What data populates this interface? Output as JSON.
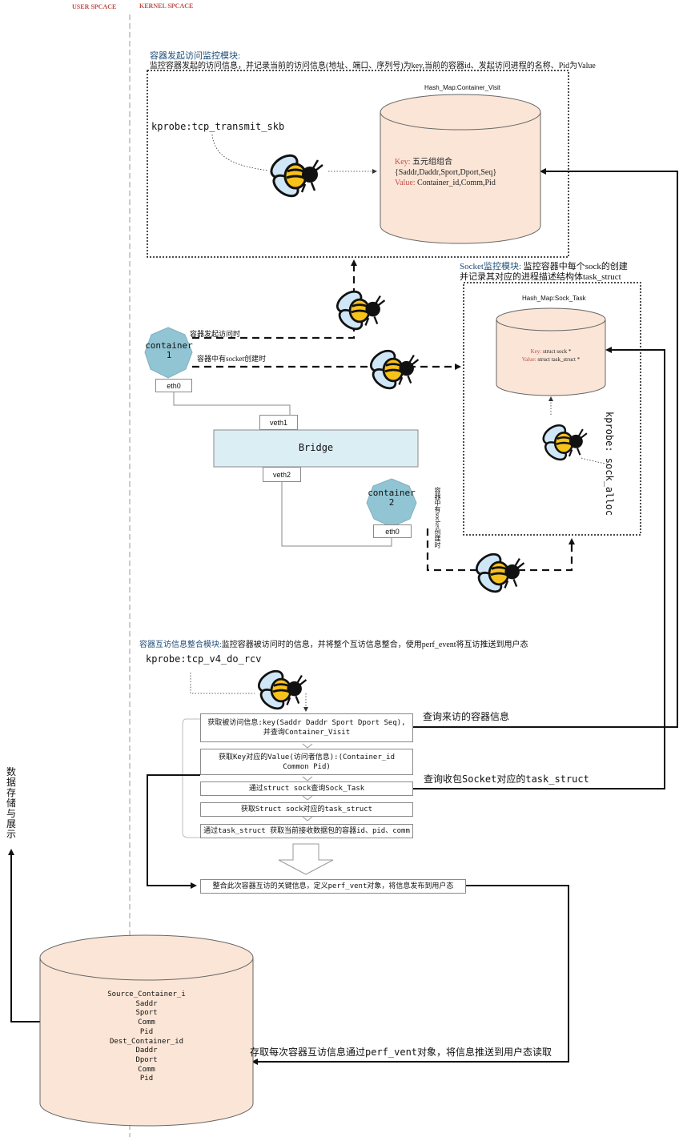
{
  "spaces": {
    "user": "USER SPCACE",
    "kernel": "KERNEL SPCACE"
  },
  "module1": {
    "title": "容器发起访问监控模块:",
    "desc": "监控容器发起的访问信息，并记录当前的访问信息(地址、端口、序列号)为key,当前的容器id、发起访问进程的名称、Pid为Value",
    "probe": "kprobe:tcp_transmit_skb",
    "map_title": "Hash_Map:Container_Visit",
    "key_label": "Key:",
    "key_value": "五元组组合",
    "key_fields": "{Saddr,Daddr,Sport,Dport,Seq}",
    "value_label": "Value:",
    "value_fields": "Container_id,Comm,Pid"
  },
  "module2": {
    "title": "Socket监控模块:",
    "desc1": "监控容器中每个sock的创建",
    "desc2": "并记录其对应的进程描述结构体task_struct",
    "map_title": "Hash_Map:Sock_Task",
    "key_label": "Key:",
    "key_value": "struct sock *",
    "value_label": "Value:",
    "value_value": "struct task_struct *",
    "probe": "kprobe: sock_alloc"
  },
  "network": {
    "container1": "container\n1",
    "container2": "container\n2",
    "eth0_1": "eth0",
    "eth0_2": "eth0",
    "veth1": "veth1",
    "veth2": "veth2",
    "bridge": "Bridge",
    "arrow1_label": "容器发起访问时",
    "arrow2_label": "容器中有socket创建时",
    "arrow3_label": "容器中有socket创建时"
  },
  "module3": {
    "title": "容器互访信息整合模块:",
    "desc": "监控容器被访问时的信息，并将整个互访信息整合，使用perf_event将互访推送到用户态",
    "probe": "kprobe:tcp_v4_do_rcv",
    "steps": [
      "获取被访问信息:key(Saddr Daddr Sport Dport Seq),并查询Container_Visit",
      "获取Key对应的Value(访问者信息):(Container_id Common Pid)",
      "通过struct sock查询Sock_Task",
      "获取Struct sock对应的task_struct",
      "通过task_struct 获取当前接收数据包的容器id、pid、comm"
    ],
    "note1": "查询来访的容器信息",
    "note2": "查询收包Socket对应的task_struct",
    "final_step": "整合此次容器互访的关键信息，定义perf_vent对象，将信息发布到用户态"
  },
  "user_db": {
    "fields": [
      "Source_Container_i",
      "Saddr",
      "Sport",
      "Comm",
      "Pid",
      "Dest_Container_id",
      "Daddr",
      "Dport",
      "Comm",
      "Pid"
    ],
    "side_label": "数据存储与展示",
    "bottom_note": "存取每次容器互访信息通过perf_vent对象，将信息推送到用户态读取"
  },
  "colors": {
    "cylinder_fill": "#fbe5d6",
    "bridge_fill": "#dbeef4",
    "container_fill": "#92c5d4",
    "accent_red": "#c0504d",
    "title_blue": "#1f4e79"
  }
}
